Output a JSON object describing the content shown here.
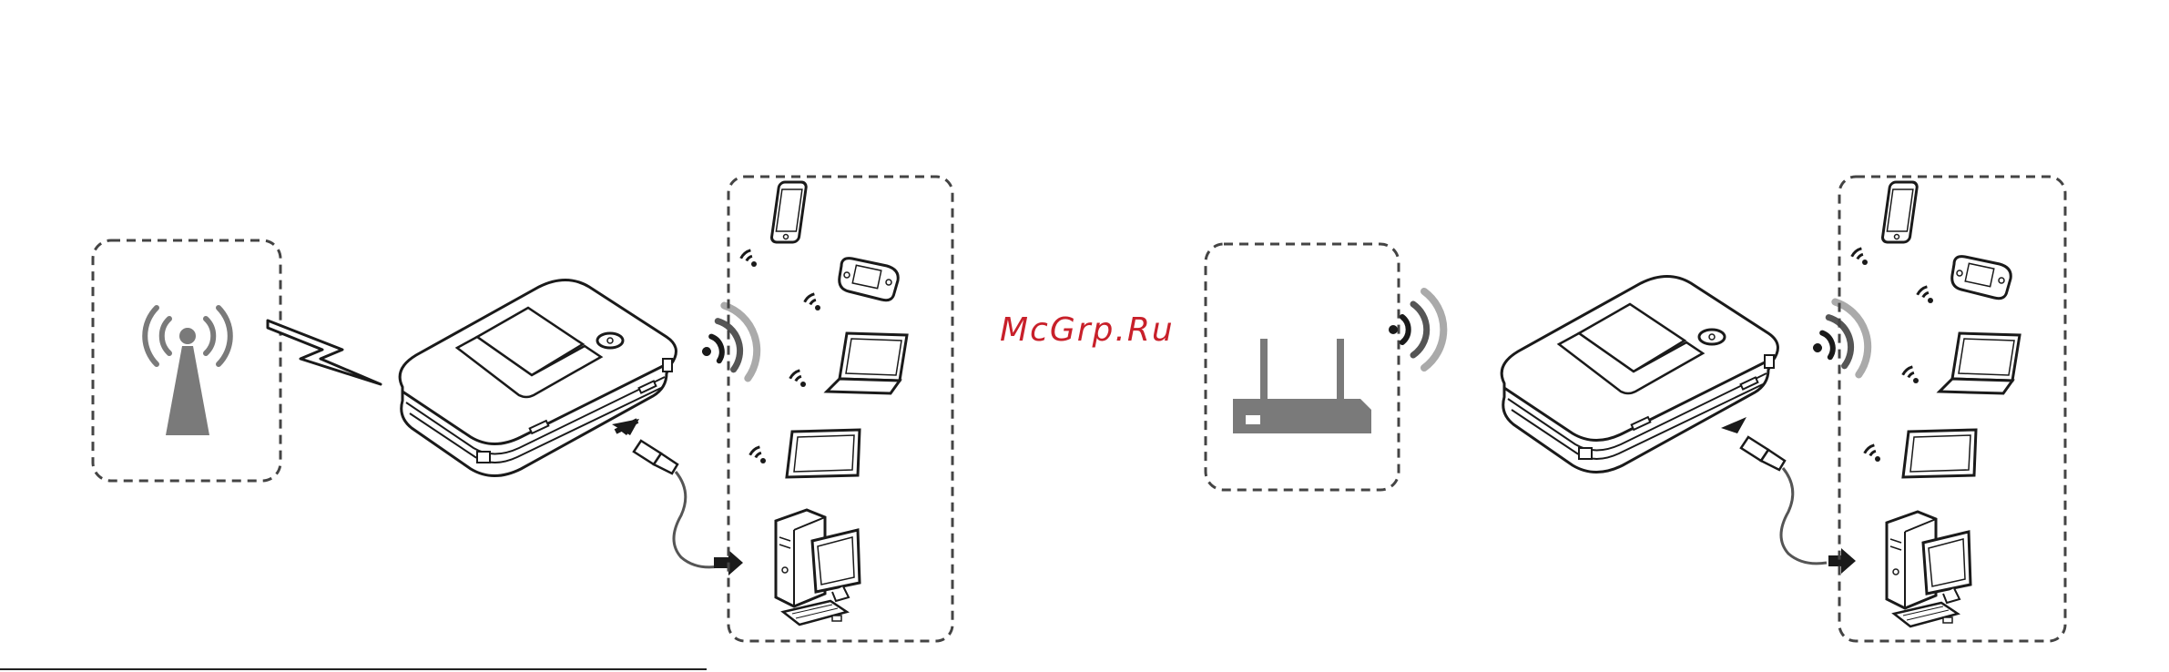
{
  "watermark": {
    "text": "McGrp.Ru",
    "color": "#c8202a"
  },
  "footer": {
    "page_label": ""
  },
  "colors": {
    "outline": "#1a1a1a",
    "dashed_box": "#444444",
    "icon_gray": "#7a7a7a",
    "signal_gray": "#9a9a9a",
    "fill_white": "#ffffff"
  },
  "panels": [
    {
      "id": "mobile-network",
      "source": "cell-tower-icon",
      "link": "lightning-bolt-icon",
      "hub": "mobile-hotspot-icon",
      "clients": [
        "smartphone-icon",
        "handheld-console-icon",
        "laptop-icon",
        "tablet-icon",
        "desktop-computer-icon"
      ],
      "cable": "usb-cable-icon"
    },
    {
      "id": "wifi-router",
      "source": "wifi-router-icon",
      "link": "wifi-signal-icon",
      "hub": "mobile-hotspot-icon",
      "clients": [
        "smartphone-icon",
        "handheld-console-icon",
        "laptop-icon",
        "tablet-icon",
        "desktop-computer-icon"
      ],
      "cable": "usb-cable-icon"
    }
  ]
}
